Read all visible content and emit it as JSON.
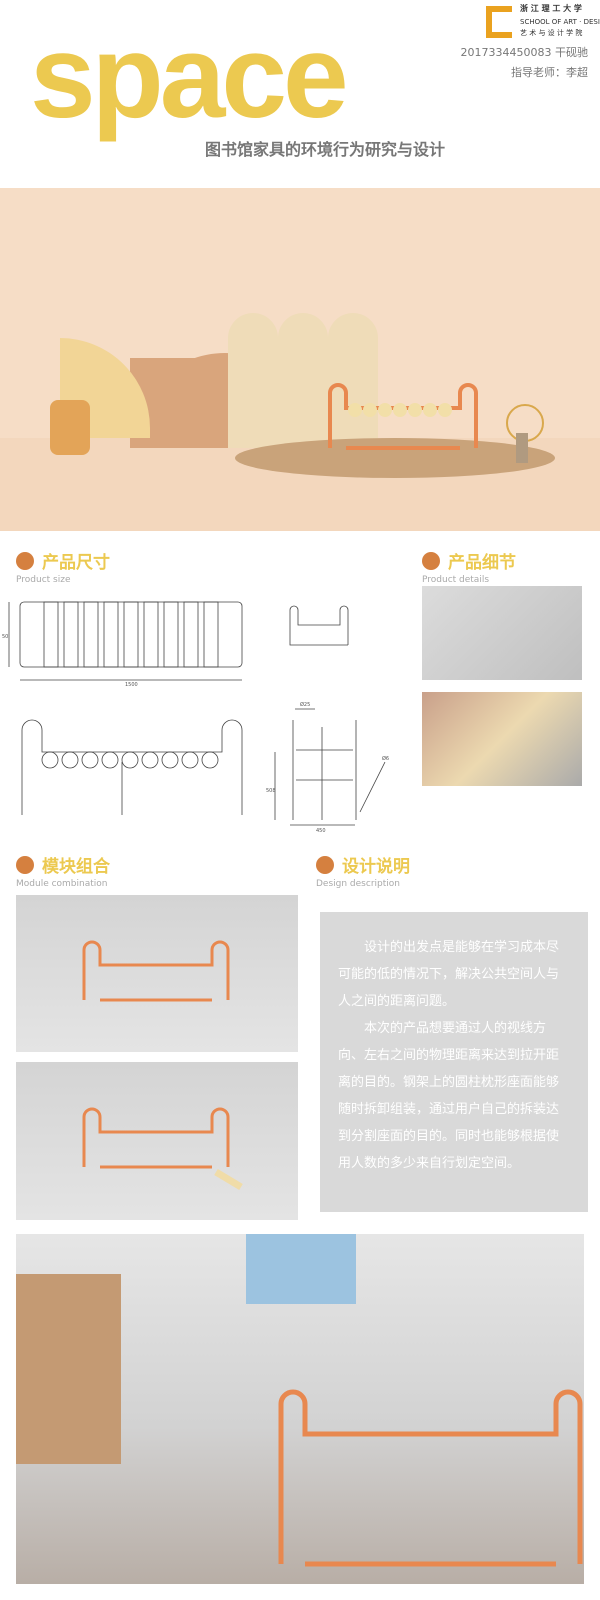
{
  "header": {
    "title": "space",
    "subtitle": "图书馆家具的环境行为研究与设计",
    "student": "2017334450083  干砚驰",
    "advisor": "指导老师：李超"
  },
  "logo": {
    "line1": "浙 江 理 工 大 学",
    "line2": "SCHOOL OF ART · DESIGN",
    "line3": "艺 术 与 设 计 学 院"
  },
  "sections": {
    "size": {
      "title": "产品尺寸",
      "subtitle": "Product size"
    },
    "details": {
      "title": "产品细节",
      "subtitle": "Product details"
    },
    "module": {
      "title": "模块组合",
      "subtitle": "Module combination"
    },
    "design": {
      "title": "设计说明",
      "subtitle": "Design description"
    }
  },
  "dimensions": {
    "width": "1500",
    "depth": "50",
    "seat": "Ø25",
    "height": "508",
    "tube": "Ø6",
    "base": "450"
  },
  "description": [
    "设计的出发点是能够在学习成本尽可能的低的情况下，解决公共空间人与人之间的距离问题。",
    "本次的产品想要通过人的视线方向、左右之间的物理距离来达到拉开距离的目的。钢架上的圆柱枕形座面能够随时拆卸组装，通过用户自己的拆装达到分割座面的目的。同时也能够根据使用人数的多少来自行划定空间。"
  ],
  "colors": {
    "accent": "#ecc950",
    "dot": "#d5803f",
    "frame": "#e8884f"
  }
}
